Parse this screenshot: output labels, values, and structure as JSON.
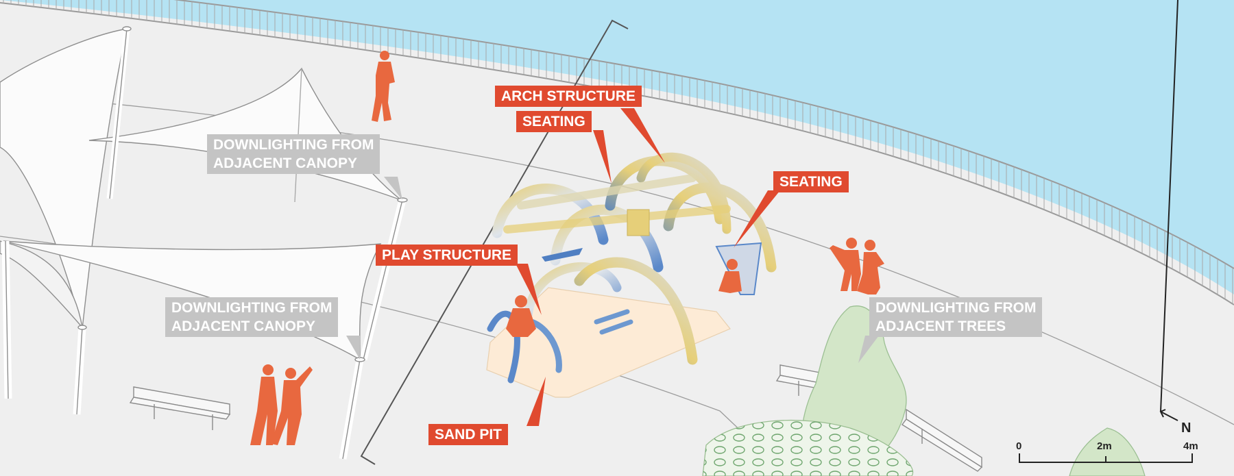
{
  "colors": {
    "water": "#b5e3f3",
    "ground": "#efefef",
    "callout_red": "#e04a2f",
    "callout_grey": "#c4c4c4",
    "people": "#e8683f",
    "sand": "#fdebd6",
    "trees": "#d3e6c8",
    "arch_blue": "#5a88c9",
    "arch_yellow": "#e6cf79"
  },
  "labels": {
    "arch_structure": "ARCH STRUCTURE",
    "seating_top": "SEATING",
    "seating_right": "SEATING",
    "play_structure": "PLAY STRUCTURE",
    "sand_pit": "SAND PIT",
    "canopy_upper_line1": "DOWNLIGHTING FROM",
    "canopy_upper_line2": "ADJACENT CANOPY",
    "canopy_lower_line1": "DOWNLIGHTING FROM",
    "canopy_lower_line2": "ADJACENT CANOPY",
    "trees_line1": "DOWNLIGHTING FROM",
    "trees_line2": "ADJACENT TREES"
  },
  "scale_bar": {
    "ticks": [
      "0",
      "2m",
      "4m"
    ]
  },
  "north_arrow": {
    "label": "N"
  },
  "icons": [
    "north-arrow-icon",
    "person-icon",
    "bench-icon",
    "tree-icon",
    "shade-sail-icon"
  ]
}
